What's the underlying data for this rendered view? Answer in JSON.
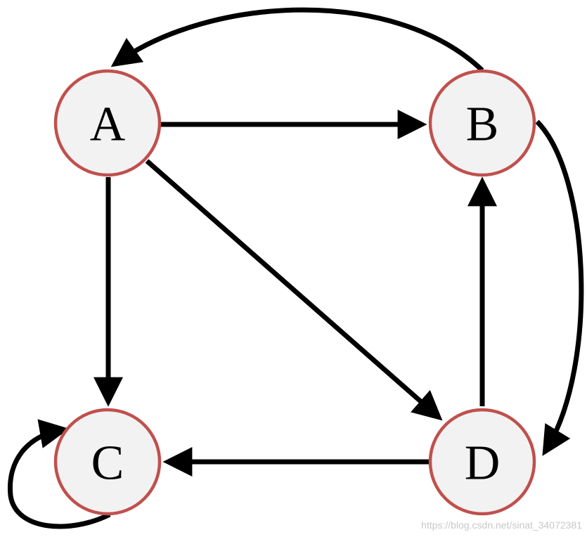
{
  "nodes": [
    {
      "id": "A",
      "label": "A"
    },
    {
      "id": "B",
      "label": "B"
    },
    {
      "id": "C",
      "label": "C"
    },
    {
      "id": "D",
      "label": "D"
    }
  ],
  "edges": [
    {
      "from": "A",
      "to": "B"
    },
    {
      "from": "A",
      "to": "C"
    },
    {
      "from": "A",
      "to": "D"
    },
    {
      "from": "B",
      "to": "A"
    },
    {
      "from": "B",
      "to": "D"
    },
    {
      "from": "D",
      "to": "B"
    },
    {
      "from": "D",
      "to": "C"
    },
    {
      "from": "C",
      "to": "C"
    }
  ],
  "watermark": "https://blog.csdn.net/sinat_34072381",
  "colors": {
    "node_fill": "#f2f2f2",
    "node_stroke": "#c0504d",
    "edge": "#000000",
    "label": "#000000"
  }
}
